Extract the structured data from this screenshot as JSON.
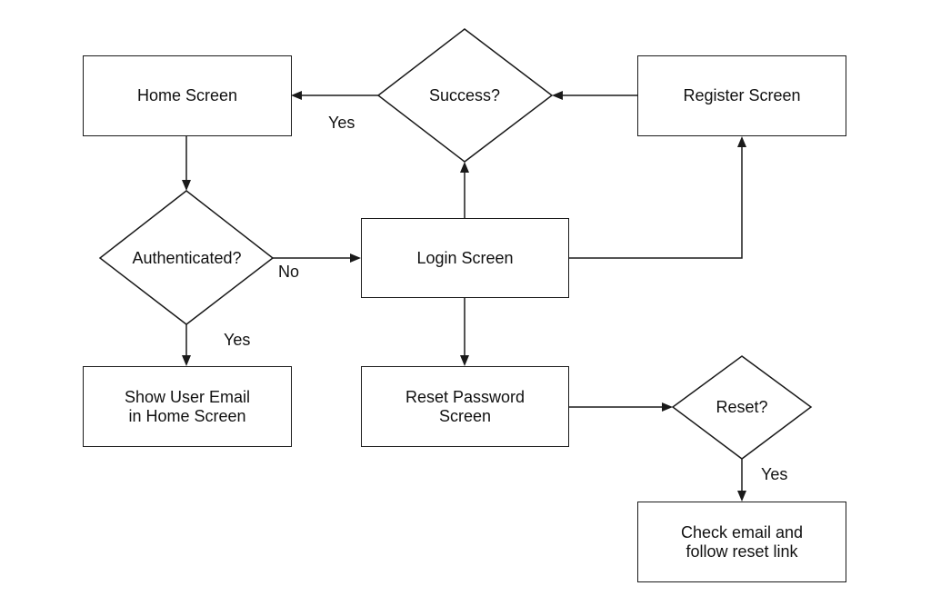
{
  "nodes": {
    "home_screen": "Home Screen",
    "success": "Success?",
    "register_screen": "Register Screen",
    "authenticated": "Authenticated?",
    "login_screen": "Login Screen",
    "show_user_email": "Show User Email\nin Home Screen",
    "reset_password_screen": "Reset Password\nScreen",
    "reset": "Reset?",
    "check_email": "Check email and\nfollow reset link"
  },
  "edge_labels": {
    "success_yes": "Yes",
    "auth_no": "No",
    "auth_yes": "Yes",
    "reset_yes": "Yes"
  }
}
